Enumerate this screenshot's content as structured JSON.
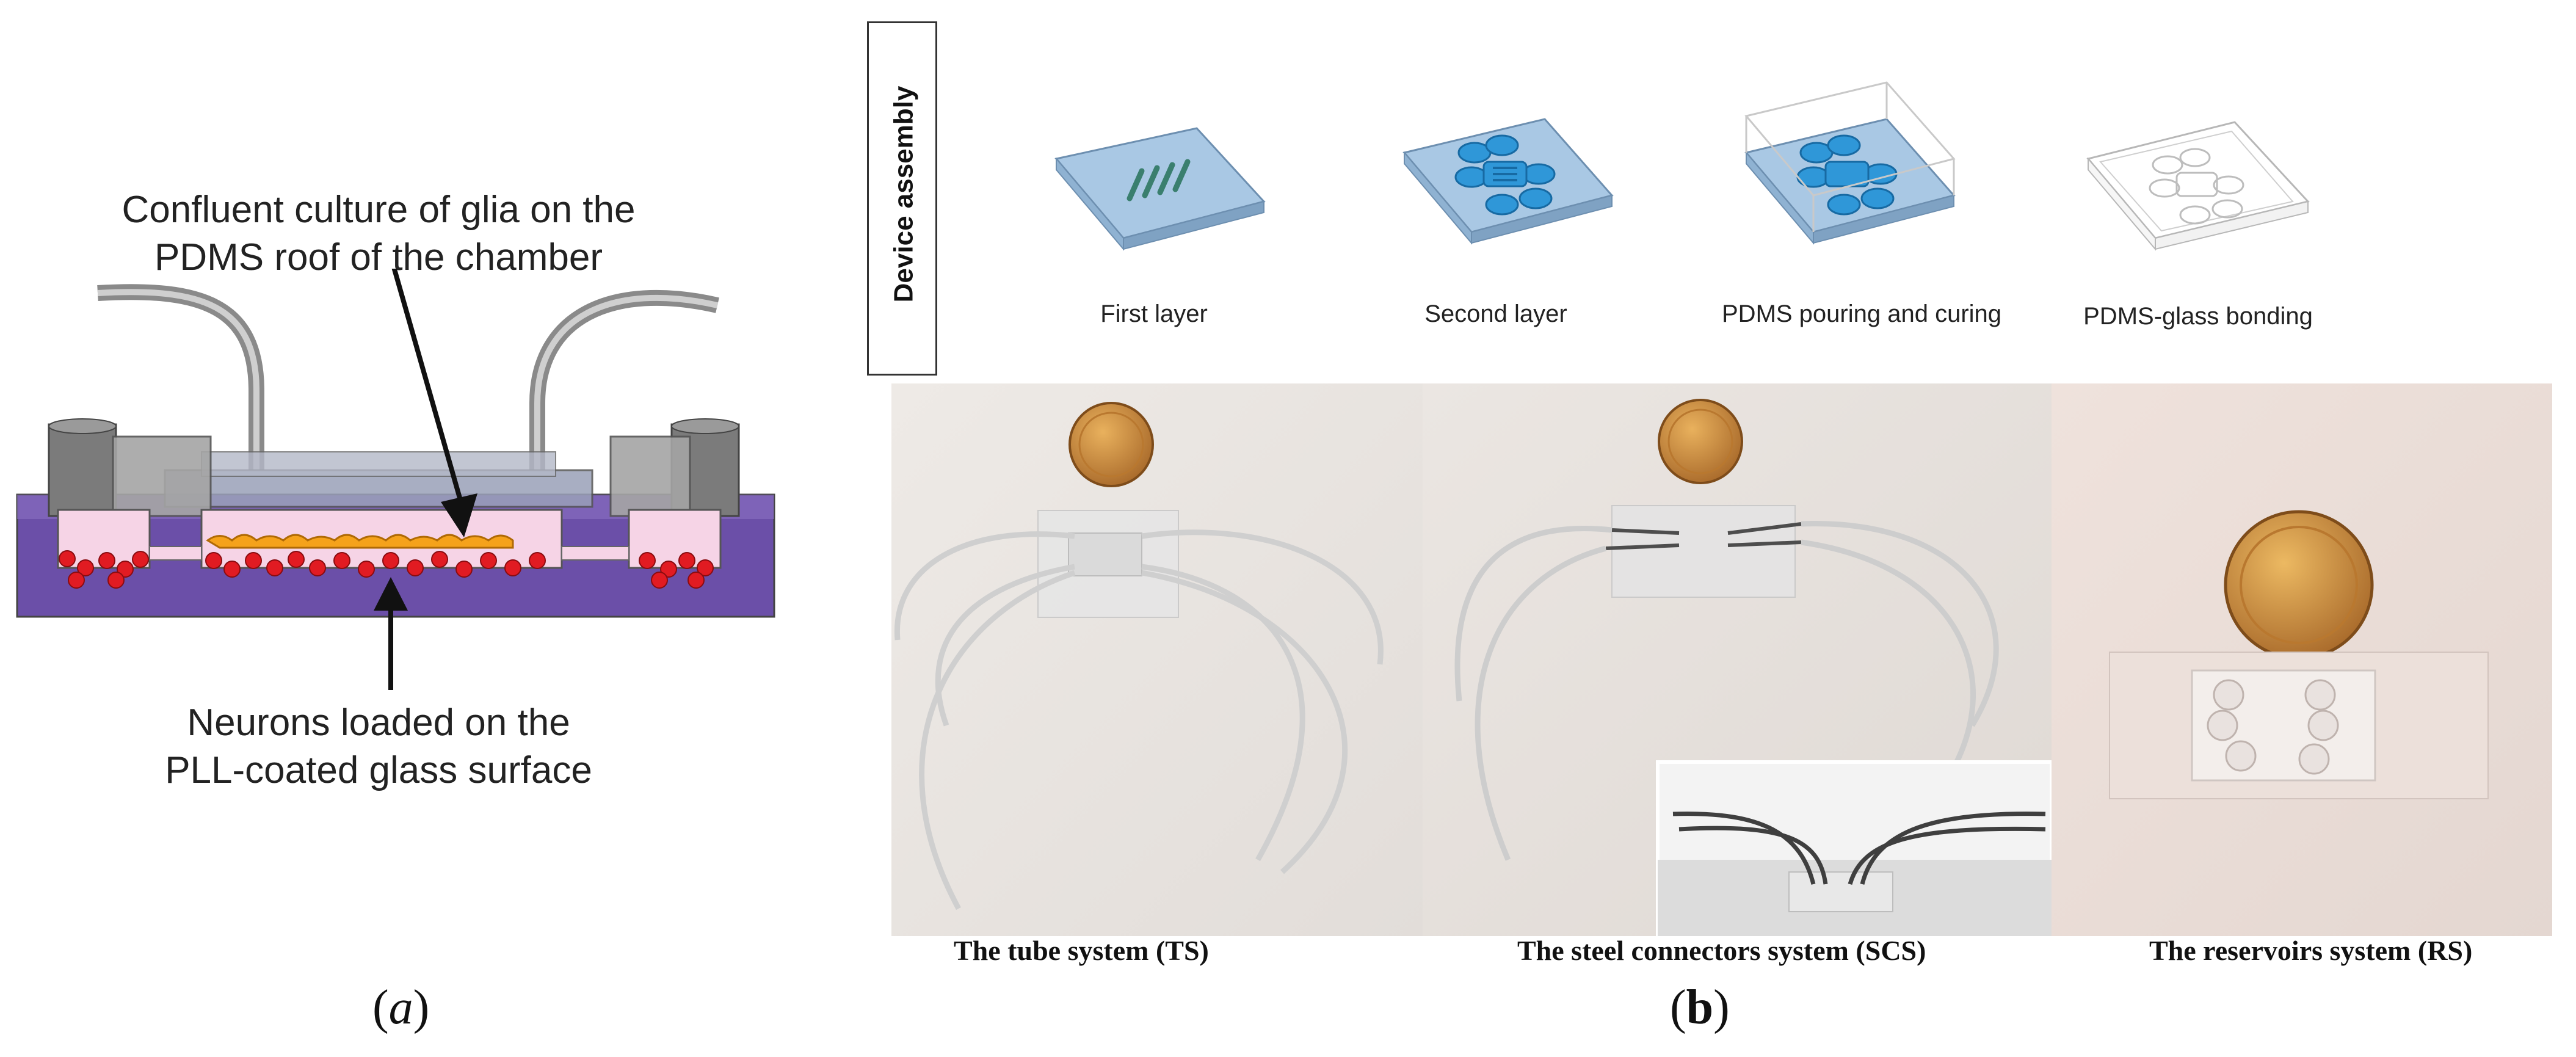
{
  "panel_a": {
    "label": "a",
    "callout_top_line1": "Confluent culture of glia on the",
    "callout_top_line2": "PDMS roof of the chamber",
    "callout_bottom_line1": "Neurons loaded on the",
    "callout_bottom_line2": "PLL-coated glass surface"
  },
  "panel_b": {
    "label": "b",
    "assembly_title": "Device assembly",
    "steps": [
      {
        "label": "First layer"
      },
      {
        "label": "Second layer"
      },
      {
        "label": "PDMS pouring and curing"
      },
      {
        "label": "PDMS-glass bonding"
      }
    ],
    "systems": [
      {
        "caption": "The tube system (TS)"
      },
      {
        "caption": "The steel connectors system (SCS)"
      },
      {
        "caption": "The reservoirs system (RS)"
      }
    ]
  },
  "colors": {
    "chip_blue": "#a9c8e4",
    "channel_blue": "#2f97d8",
    "channel_green": "#3a7f6e",
    "substrate_purple": "#6b4fa8",
    "neuron_red": "#e11b22",
    "glia_orange": "#f5a21b",
    "chamber_pink": "#f6d4e6",
    "coin_gold": "#c9893a"
  }
}
